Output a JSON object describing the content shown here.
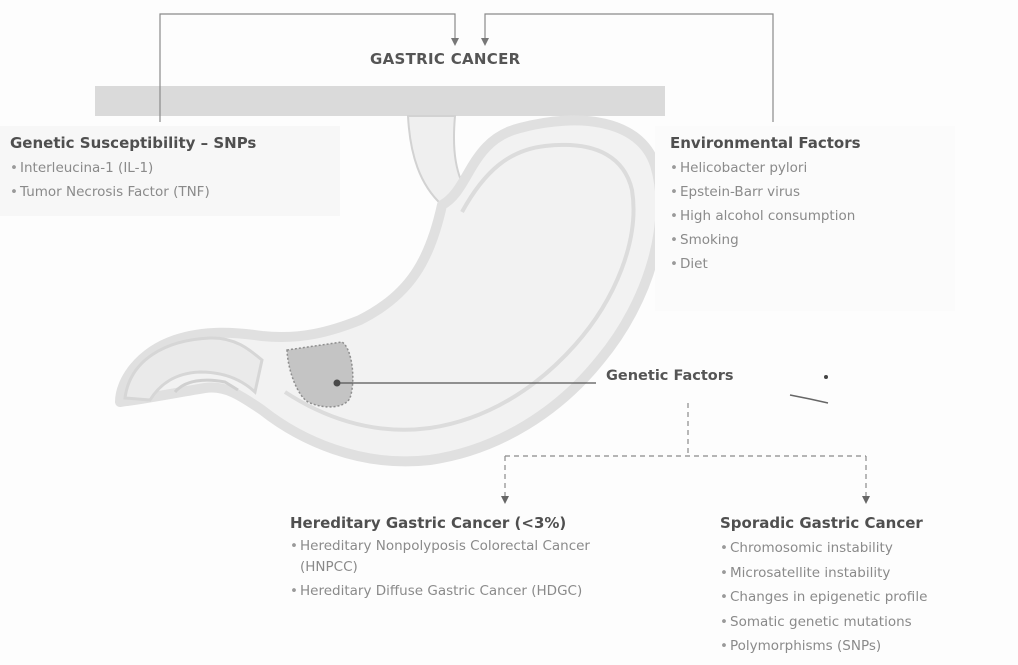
{
  "title": "GASTRIC CANCER",
  "genetic_susceptibility": {
    "title": "Genetic Susceptibility – SNPs",
    "items": [
      "Interleucina-1 (IL-1)",
      "Tumor Necrosis Factor (TNF)"
    ]
  },
  "environmental_factors": {
    "title": "Environmental Factors",
    "items": [
      "Helicobacter pylori",
      "Epstein-Barr virus",
      "High alcohol consumption",
      "Smoking",
      "Diet"
    ]
  },
  "genetic_factors": {
    "label": "Genetic Factors"
  },
  "hereditary": {
    "title": "Hereditary Gastric Cancer (<3%)",
    "items": [
      "Hereditary Nonpolyposis Colorectal Cancer (HNPCC)",
      "Hereditary Diffuse Gastric Cancer (HDGC)"
    ]
  },
  "sporadic": {
    "title": "Sporadic Gastric Cancer",
    "items": [
      "Chromosomic instability",
      "Microsatellite instability",
      "Changes in epigenetic profile",
      "Somatic genetic mutations",
      "Polymorphisms (SNPs)"
    ]
  },
  "colors": {
    "band": "#dadada",
    "connector": "#8a8a8a",
    "dashed": "#8a8a8a",
    "stomach_wall": "#e2e2e2",
    "tumor": "#c4c4c4"
  }
}
